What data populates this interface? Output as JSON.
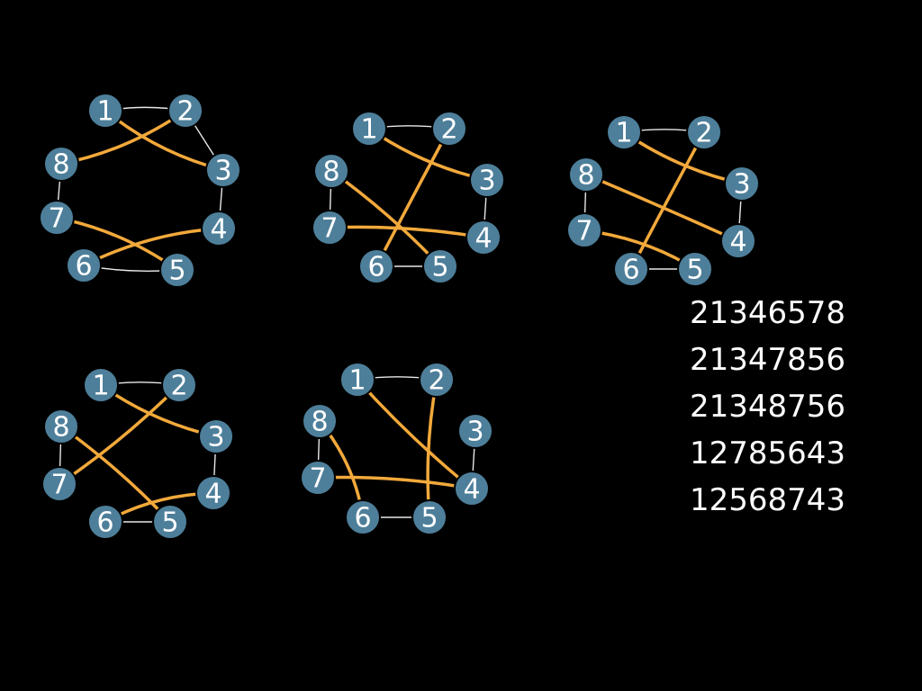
{
  "diagrams": [
    {
      "nodes": [
        "1",
        "2",
        "3",
        "4",
        "5",
        "6",
        "7",
        "8"
      ],
      "white_edges": [
        [
          "1",
          "2"
        ],
        [
          "2",
          "3"
        ],
        [
          "3",
          "4"
        ],
        [
          "5",
          "6"
        ],
        [
          "7",
          "8"
        ]
      ],
      "orange_edges": [
        [
          "1",
          "3"
        ],
        [
          "2",
          "8"
        ],
        [
          "4",
          "6"
        ],
        [
          "5",
          "7"
        ]
      ]
    },
    {
      "nodes": [
        "1",
        "2",
        "3",
        "4",
        "5",
        "6",
        "7",
        "8"
      ],
      "white_edges": [
        [
          "1",
          "2"
        ],
        [
          "3",
          "4"
        ],
        [
          "5",
          "6"
        ],
        [
          "7",
          "8"
        ]
      ],
      "orange_edges": [
        [
          "1",
          "3"
        ],
        [
          "2",
          "6"
        ],
        [
          "4",
          "7"
        ],
        [
          "5",
          "8"
        ]
      ]
    },
    {
      "nodes": [
        "1",
        "2",
        "3",
        "4",
        "5",
        "6",
        "7",
        "8"
      ],
      "white_edges": [
        [
          "1",
          "2"
        ],
        [
          "3",
          "4"
        ],
        [
          "5",
          "6"
        ],
        [
          "7",
          "8"
        ]
      ],
      "orange_edges": [
        [
          "1",
          "3"
        ],
        [
          "2",
          "6"
        ],
        [
          "4",
          "8"
        ],
        [
          "5",
          "7"
        ]
      ]
    },
    {
      "nodes": [
        "1",
        "2",
        "3",
        "4",
        "5",
        "6",
        "7",
        "8"
      ],
      "white_edges": [
        [
          "1",
          "2"
        ],
        [
          "3",
          "4"
        ],
        [
          "5",
          "6"
        ],
        [
          "7",
          "8"
        ]
      ],
      "orange_edges": [
        [
          "1",
          "3"
        ],
        [
          "2",
          "7"
        ],
        [
          "4",
          "6"
        ],
        [
          "5",
          "8"
        ]
      ]
    },
    {
      "nodes": [
        "1",
        "2",
        "3",
        "4",
        "5",
        "6",
        "7",
        "8"
      ],
      "white_edges": [
        [
          "1",
          "2"
        ],
        [
          "3",
          "4"
        ],
        [
          "5",
          "6"
        ],
        [
          "7",
          "8"
        ]
      ],
      "orange_edges": [
        [
          "1",
          "4"
        ],
        [
          "2",
          "5"
        ],
        [
          "4",
          "7"
        ],
        [
          "6",
          "8"
        ]
      ]
    }
  ],
  "sequences": [
    "21346578",
    "21347856",
    "21348756",
    "12785643",
    "12568743"
  ],
  "colors": {
    "node": "#4e7f9a",
    "orange": "#f2a93b",
    "white_edge": "#e8e8e8",
    "background": "#000000"
  }
}
